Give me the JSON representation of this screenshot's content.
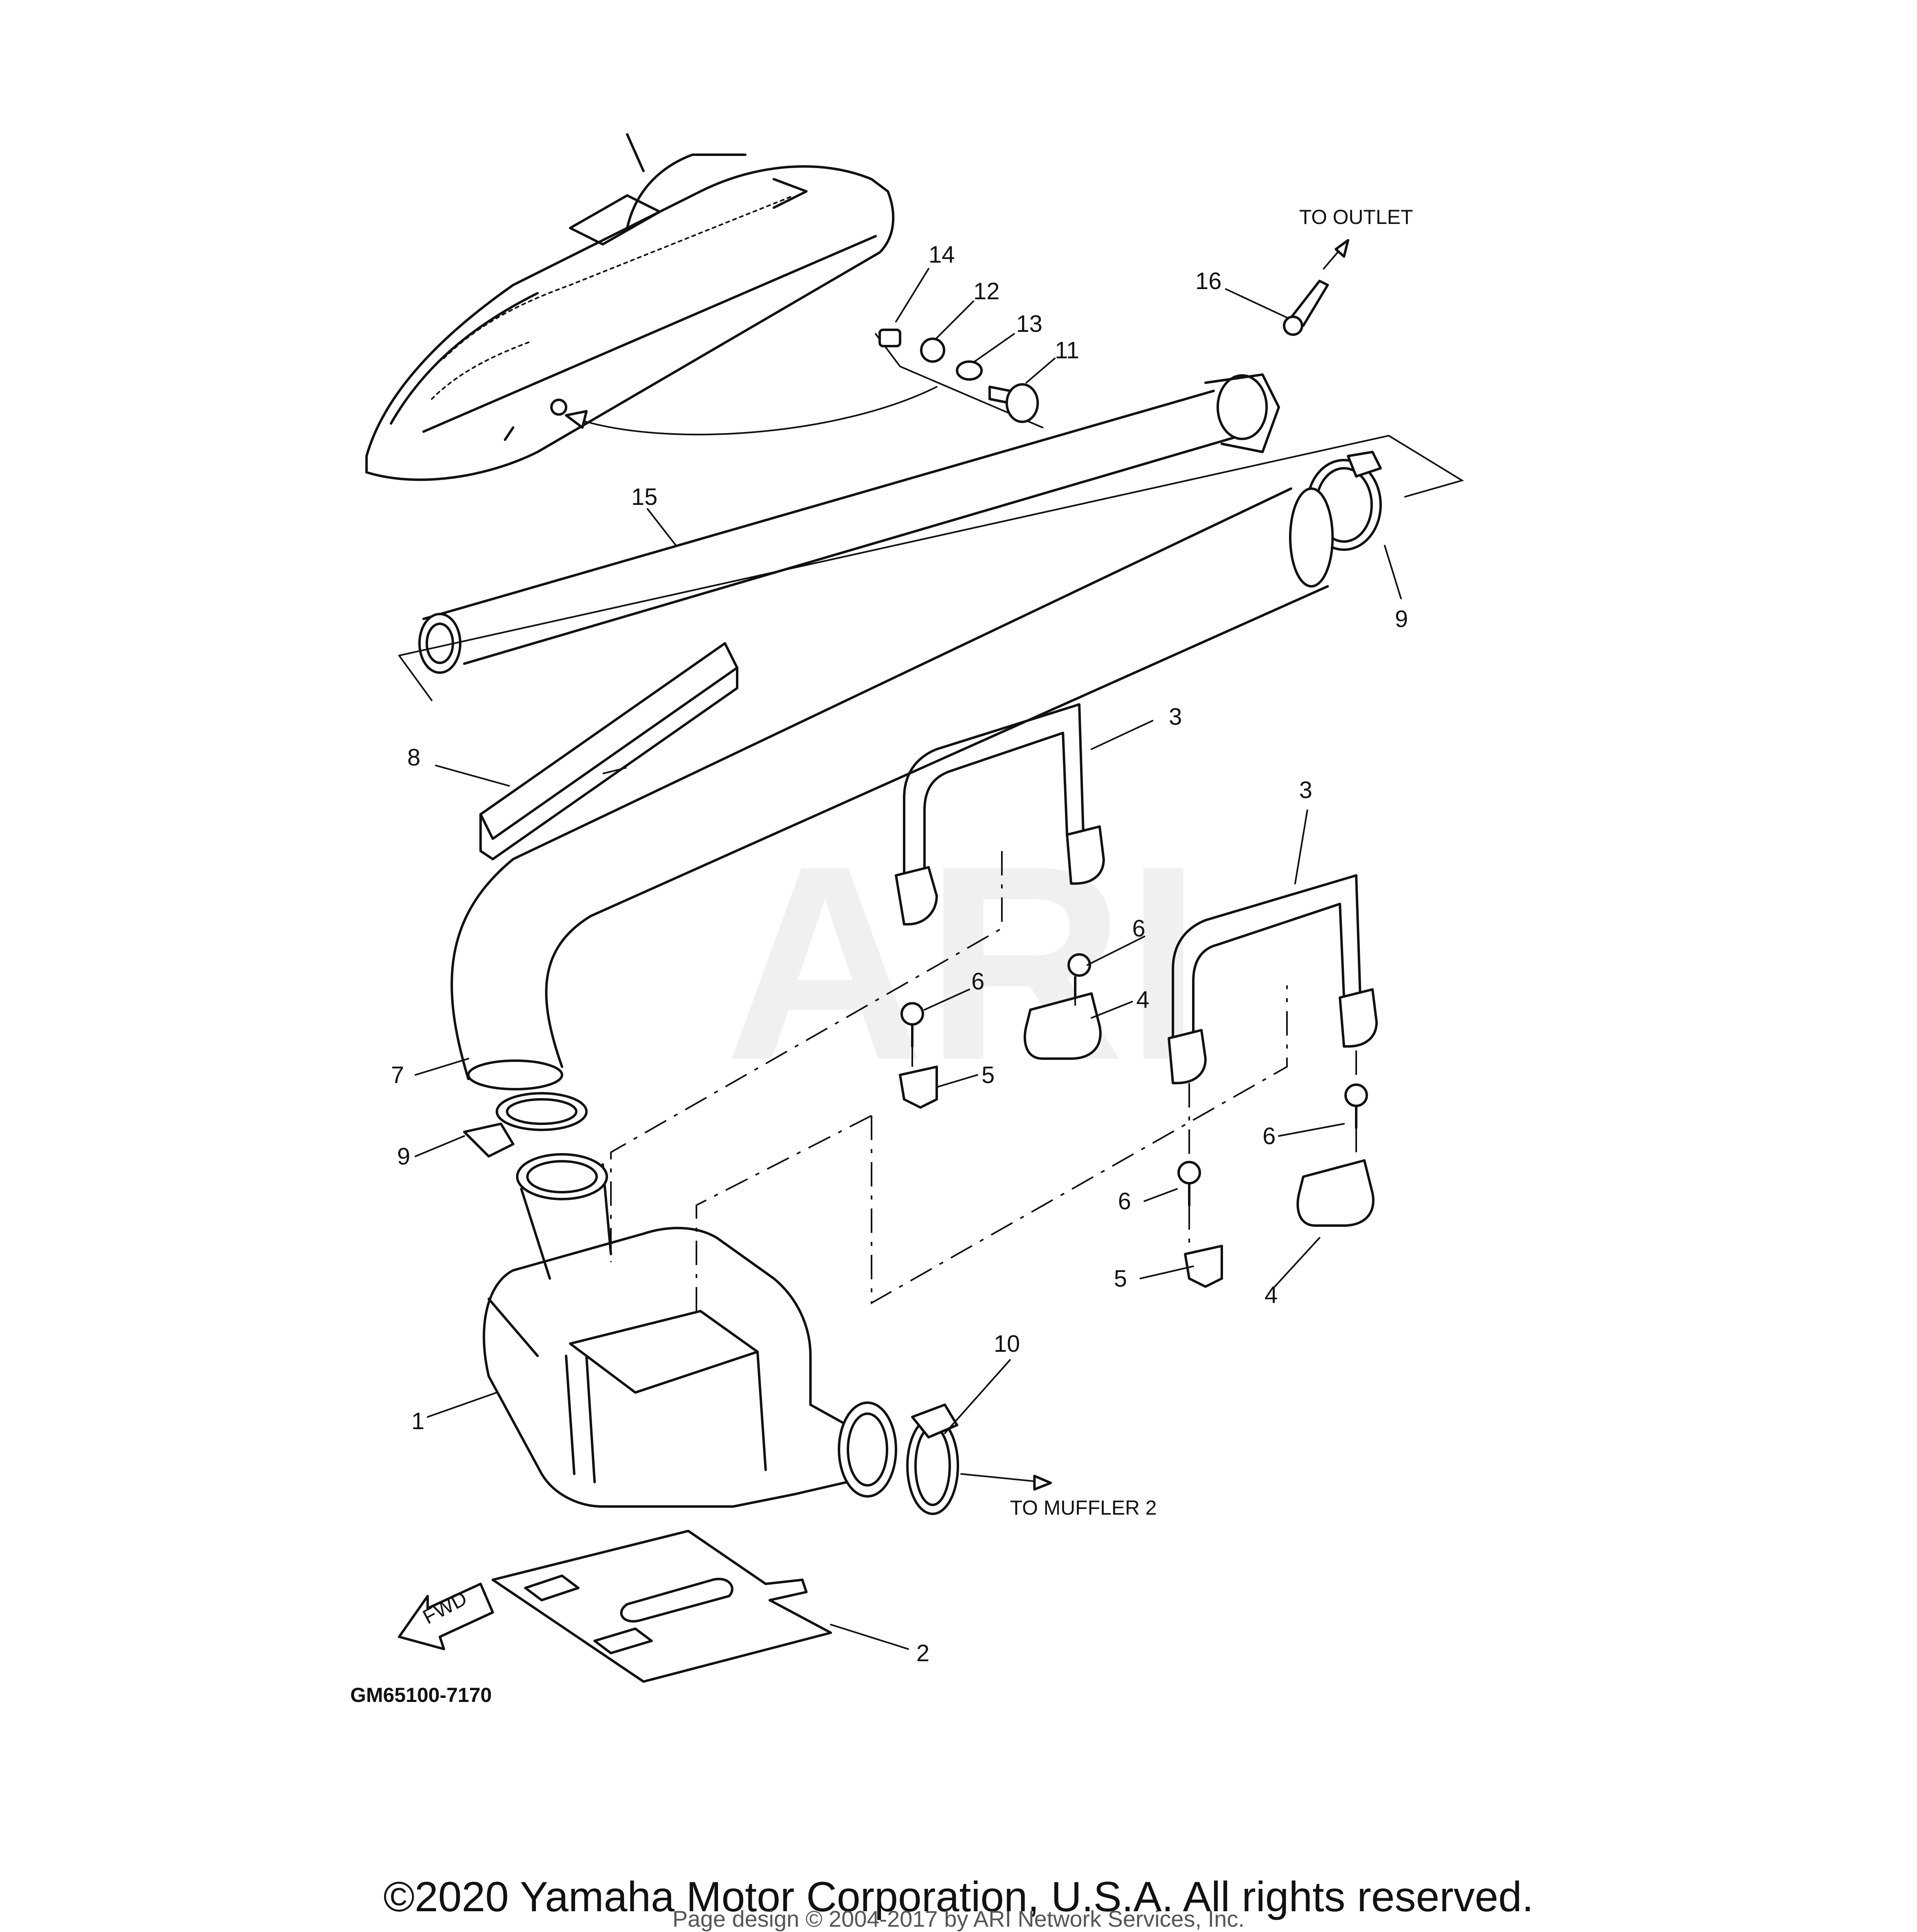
{
  "watermark": "ARI",
  "notes": {
    "to_outlet": "TO OUTLET",
    "to_muffler2": "TO MUFFLER 2",
    "fwd": "FWD",
    "diagram_code": "GM65100-7170"
  },
  "callouts": {
    "c1": "1",
    "c2": "2",
    "c3a": "3",
    "c3b": "3",
    "c4a": "4",
    "c4b": "4",
    "c5a": "5",
    "c5b": "5",
    "c6a": "6",
    "c6b": "6",
    "c6c": "6",
    "c6d": "6",
    "c7": "7",
    "c8": "8",
    "c9a": "9",
    "c9b": "9",
    "c10": "10",
    "c11": "11",
    "c12": "12",
    "c13": "13",
    "c14": "14",
    "c15": "15",
    "c16": "16"
  },
  "footer": {
    "copyright": "©2020 Yamaha Motor Corporation, U.S.A. All rights reserved.",
    "page_design": "Page design © 2004-2017 by ARI Network Services, Inc."
  }
}
